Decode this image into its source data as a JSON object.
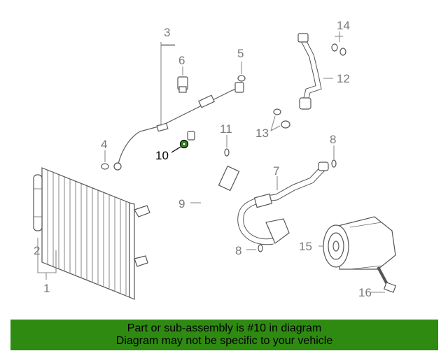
{
  "callouts": {
    "c1": "1",
    "c2": "2",
    "c3": "3",
    "c4": "4",
    "c5": "5",
    "c6": "6",
    "c7": "7",
    "c8a": "8",
    "c8b": "8",
    "c9": "9",
    "c10": "10",
    "c11": "11",
    "c12": "12",
    "c13": "13",
    "c14": "14",
    "c15": "15",
    "c16": "16"
  },
  "highlight_color": "#2f8a12",
  "footer": {
    "line1": "Part or sub-assembly is #10 in diagram",
    "line2": "Diagram may not be specific to your vehicle"
  }
}
